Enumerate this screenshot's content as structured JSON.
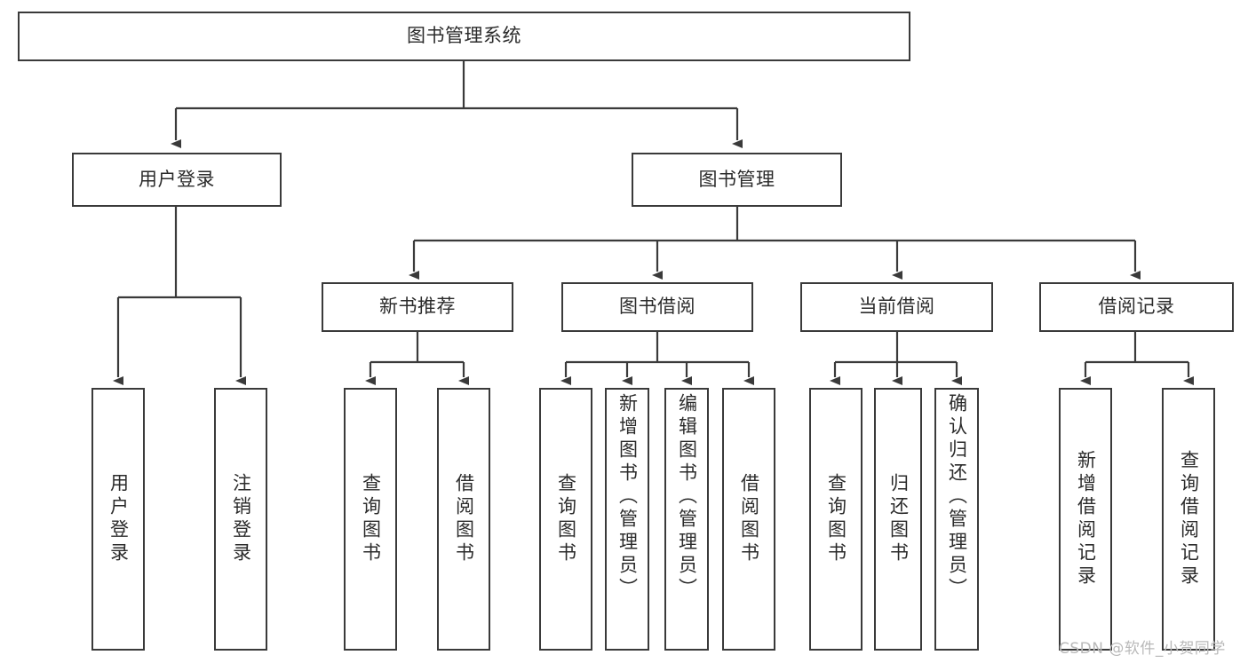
{
  "diagram": {
    "title": "图书管理系统",
    "type": "tree-hierarchy-diagram",
    "watermark": "CSDN @软件_小贺同学",
    "colors": {
      "stroke": "#3a3a3a",
      "fill": "#ffffff",
      "text": "#2b2b2b",
      "watermark": "#b9b9b9"
    },
    "nodes": {
      "root": "图书管理系统",
      "level2": {
        "user_login": "用户登录",
        "book_manage": "图书管理"
      },
      "level3": {
        "new_book_recommend": "新书推荐",
        "book_borrow": "图书借阅",
        "current_borrow": "当前借阅",
        "borrow_record": "借阅记录"
      },
      "leaves": {
        "user_login_1": "用户登录",
        "user_login_2": "注销登录",
        "recommend_1": "查询图书",
        "recommend_2": "借阅图书",
        "borrow_1": "查询图书",
        "borrow_2": "新增图书（管理员）",
        "borrow_3": "编辑图书（管理员）",
        "borrow_4": "借阅图书",
        "current_1": "查询图书",
        "current_2": "归还图书",
        "current_3": "确认归还（管理员）",
        "record_1": "新增借阅记录",
        "record_2": "查询借阅记录"
      }
    }
  }
}
